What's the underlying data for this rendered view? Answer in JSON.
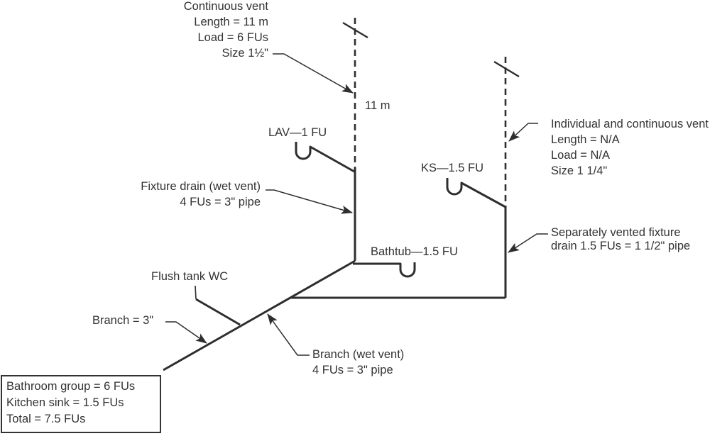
{
  "colors": {
    "ink": "#333333",
    "line": "#2e2e2e",
    "paper": "#ffffff"
  },
  "vent_left_label": {
    "line1": "Continuous vent",
    "line2": "Length = 11 m",
    "line3": "Load = 6 FUs",
    "line4": "Size 1½\""
  },
  "distance_label": "11 m",
  "lav_label": "LAV—1 FU",
  "ks_label": "KS—1.5 FU",
  "vent_right_label": {
    "line1": "Individual and continuous vent",
    "line2": "Length = N/A",
    "line3": "Load = N/A",
    "line4": "Size 1 1/4\""
  },
  "fixture_drain_label": {
    "line1": "Fixture drain (wet vent)",
    "line2": "4 FUs = 3\" pipe"
  },
  "bathtub_label": "Bathtub—1.5 FU",
  "separately_vented_label": {
    "line1": "Separately vented fixture",
    "line2": "drain 1.5 FUs = 1 1/2\" pipe"
  },
  "flush_tank_label": "Flush tank WC",
  "branch_size_label": "Branch = 3\"",
  "branch_wet_vent_label": {
    "line1": "Branch (wet vent)",
    "line2": "4 FUs = 3\" pipe"
  },
  "summary_box": {
    "line1": "Bathroom group = 6 FUs",
    "line2": "Kitchen sink = 1.5 FUs",
    "line3": "Total = 7.5 FUs"
  }
}
